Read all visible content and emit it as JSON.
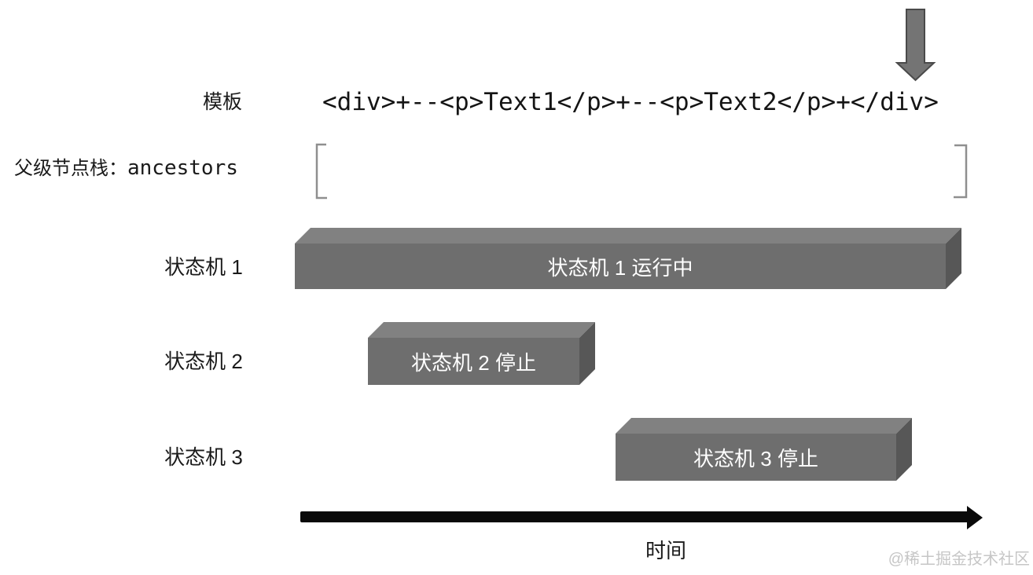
{
  "template_row": {
    "label": "模板",
    "code": "<div>+--<p>Text1</p>+--<p>Text2</p>+</div>"
  },
  "ancestors_row": {
    "label_cn": "父级节点栈：",
    "label_en": "ancestors",
    "stack_contents": ""
  },
  "machines": [
    {
      "label": "状态机 1",
      "bar_text": "状态机 1 运行中",
      "state": "running"
    },
    {
      "label": "状态机 2",
      "bar_text": "状态机 2 停止",
      "state": "stopped"
    },
    {
      "label": "状态机 3",
      "bar_text": "状态机 3 停止",
      "state": "stopped"
    }
  ],
  "time_axis": {
    "label": "时间"
  },
  "watermark": "@稀土掘金技术社区",
  "icons": {
    "pointer": "down-arrow-icon",
    "axis": "right-arrow-timeline"
  },
  "colors": {
    "background": "#ffffff",
    "text": "#1a1a1a",
    "bar_front": "#6e6e6e",
    "bar_top": "#818181",
    "bar_side": "#575757",
    "bar_text": "#ffffff",
    "pointer_fill": "#747474",
    "pointer_border": "#4a4a4a",
    "bracket": "#8f8f8f",
    "timeline": "#0a0a0a",
    "watermark": "#c6c6c6"
  }
}
